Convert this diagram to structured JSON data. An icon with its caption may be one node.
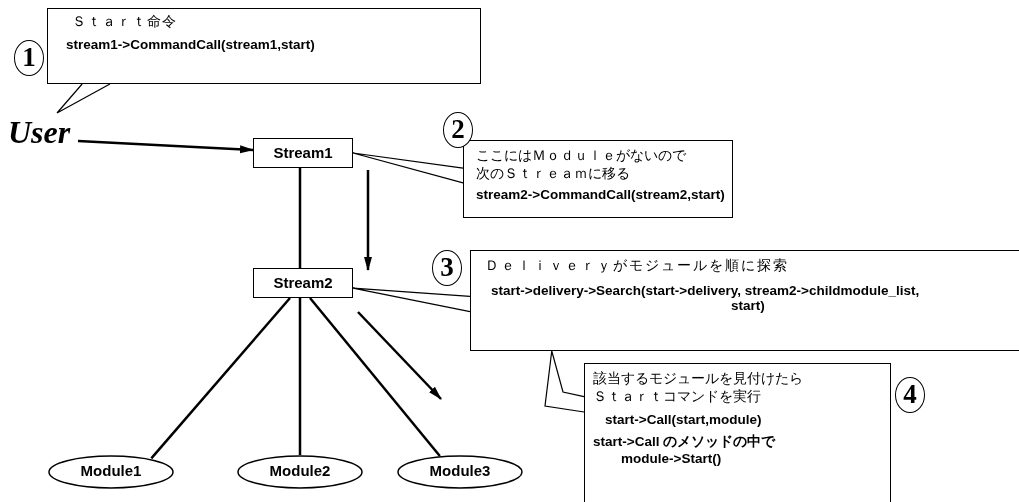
{
  "diagram": {
    "nodes": [
      {
        "text": [
          "Ｓｔａｒｔ命令",
          "stream1->CommandCall(stream1,start)"
        ],
        "beside": [
          "1"
        ]
      },
      {
        "text": [
          "User"
        ]
      },
      {
        "text": [
          "Stream1"
        ]
      },
      {
        "text": [
          "Stream2"
        ]
      },
      {
        "text": [
          "Module1"
        ]
      },
      {
        "text": [
          "Module2"
        ]
      },
      {
        "text": [
          "Module3"
        ]
      },
      {
        "text": [
          "ここにはＭｏｄｕｌｅがないので次のＳｔｒｅａｍに移る",
          "stream2->CommandCall(stream2,start)"
        ],
        "beside": [
          "2"
        ]
      },
      {
        "text": [
          "Ｄｅｌｉｖｅｒｙがモジュールを順に探索",
          "start->delivery->Search(start->delivery, stream2->childmodule_list, start)"
        ],
        "beside": [
          "3"
        ]
      },
      {
        "text": [
          "該当するモジュールを見付けたらＳｔａｒｔコマンドを実行",
          "start->Call(start,module)",
          "start->Call のメソッドの中で module->Start()"
        ],
        "beside": [
          "4"
        ]
      }
    ],
    "edges": [
      {
        "from": 0,
        "to": 1,
        "arrow": "none"
      },
      {
        "from": 1,
        "to": 2,
        "arrow": "to"
      },
      {
        "from": 2,
        "to": 3,
        "arrow": "none"
      },
      {
        "from": 3,
        "to": 4,
        "arrow": "none"
      },
      {
        "from": 3,
        "to": 5,
        "arrow": "none"
      },
      {
        "from": 3,
        "to": 6,
        "arrow": "none"
      },
      {
        "from": 7,
        "to": 2,
        "arrow": "none"
      },
      {
        "from": 8,
        "to": 3,
        "arrow": "none"
      },
      {
        "from": 9,
        "to": 8,
        "arrow": "none"
      }
    ]
  }
}
